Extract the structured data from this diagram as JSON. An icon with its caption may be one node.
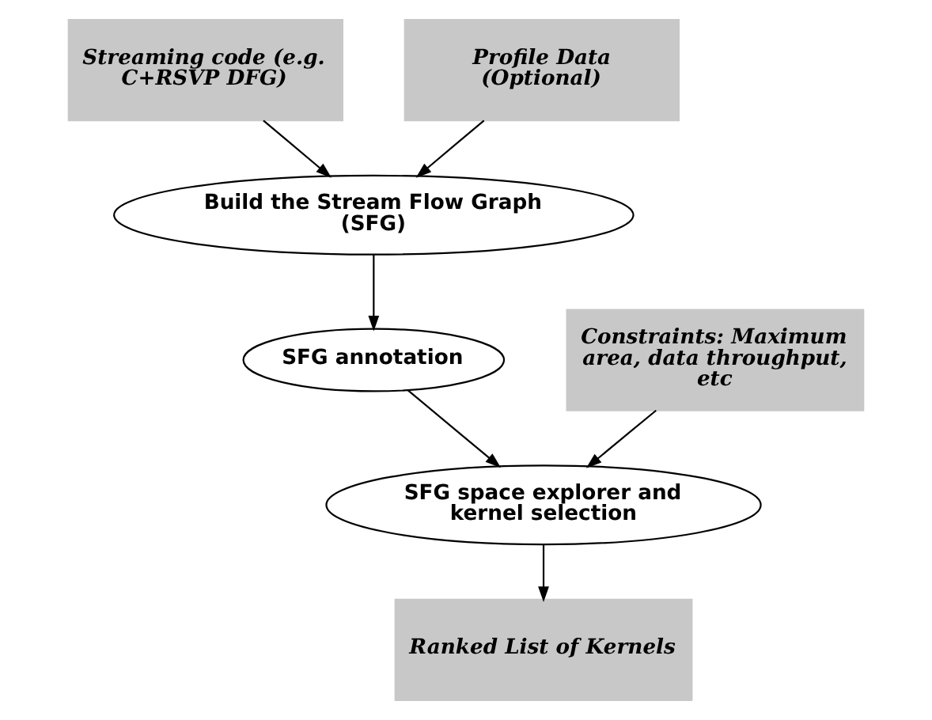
{
  "diagram": {
    "nodes": [
      {
        "text": [
          "Streaming code (e.g. C+RSVP DFG)"
        ]
      },
      {
        "text": [
          "Profile Data (Optional)"
        ]
      },
      {
        "text": [
          "Build the Stream Flow Graph (SFG)"
        ]
      },
      {
        "text": [
          "Constraints: Maximum area, data throughput, etc"
        ]
      },
      {
        "text": [
          "SFG annotation"
        ]
      },
      {
        "text": [
          "SFG space explorer and kernel selection"
        ]
      },
      {
        "text": [
          "Ranked List of Kernels"
        ]
      }
    ],
    "edges": [
      {
        "from": 0,
        "to": 2,
        "arrow": "to"
      },
      {
        "from": 1,
        "to": 2,
        "arrow": "to"
      },
      {
        "from": 2,
        "to": 4,
        "arrow": "to"
      },
      {
        "from": 4,
        "to": 5,
        "arrow": "to"
      },
      {
        "from": 3,
        "to": 5,
        "arrow": "to"
      },
      {
        "from": 5,
        "to": 6,
        "arrow": "to"
      }
    ]
  }
}
